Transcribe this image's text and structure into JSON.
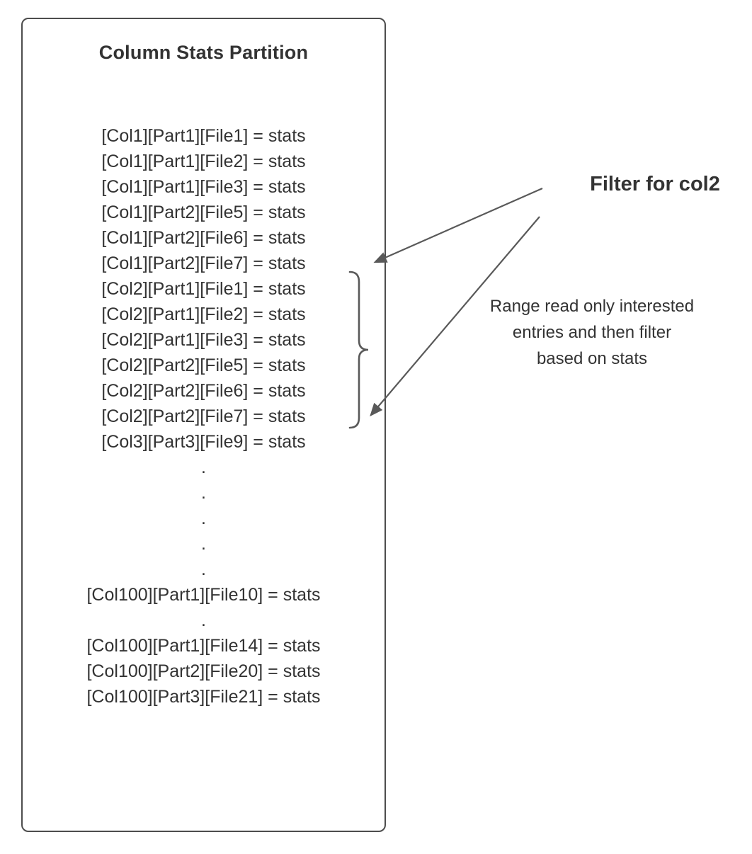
{
  "diagram": {
    "box": {
      "title": "Column Stats Partition",
      "lines": [
        "[Col1][Part1][File1] = stats",
        "[Col1][Part1][File2] = stats",
        "[Col1][Part1][File3] = stats",
        "[Col1][Part2][File5] = stats",
        "[Col1][Part2][File6] = stats",
        "[Col1][Part2][File7] = stats",
        "[Col2][Part1][File1] = stats",
        "[Col2][Part1][File2] = stats",
        "[Col2][Part1][File3] = stats",
        "[Col2][Part2][File5] = stats",
        "[Col2][Part2][File6] = stats",
        "[Col2][Part2][File7] = stats",
        "[Col3][Part3][File9] = stats",
        ".",
        ".",
        ".",
        ".",
        ".",
        "[Col100][Part1][File10] = stats",
        ".",
        "[Col100][Part1][File14] = stats",
        "[Col100][Part2][File20] = stats",
        "[Col100][Part3][File21] = stats"
      ]
    },
    "annotations": {
      "filter_label": "Filter for col2",
      "range_note": "Range read only interested entries and then filter based on stats"
    },
    "colors": {
      "text": "#333333",
      "line": "#595959",
      "border": "#4d4d4d",
      "background": "#ffffff"
    }
  }
}
